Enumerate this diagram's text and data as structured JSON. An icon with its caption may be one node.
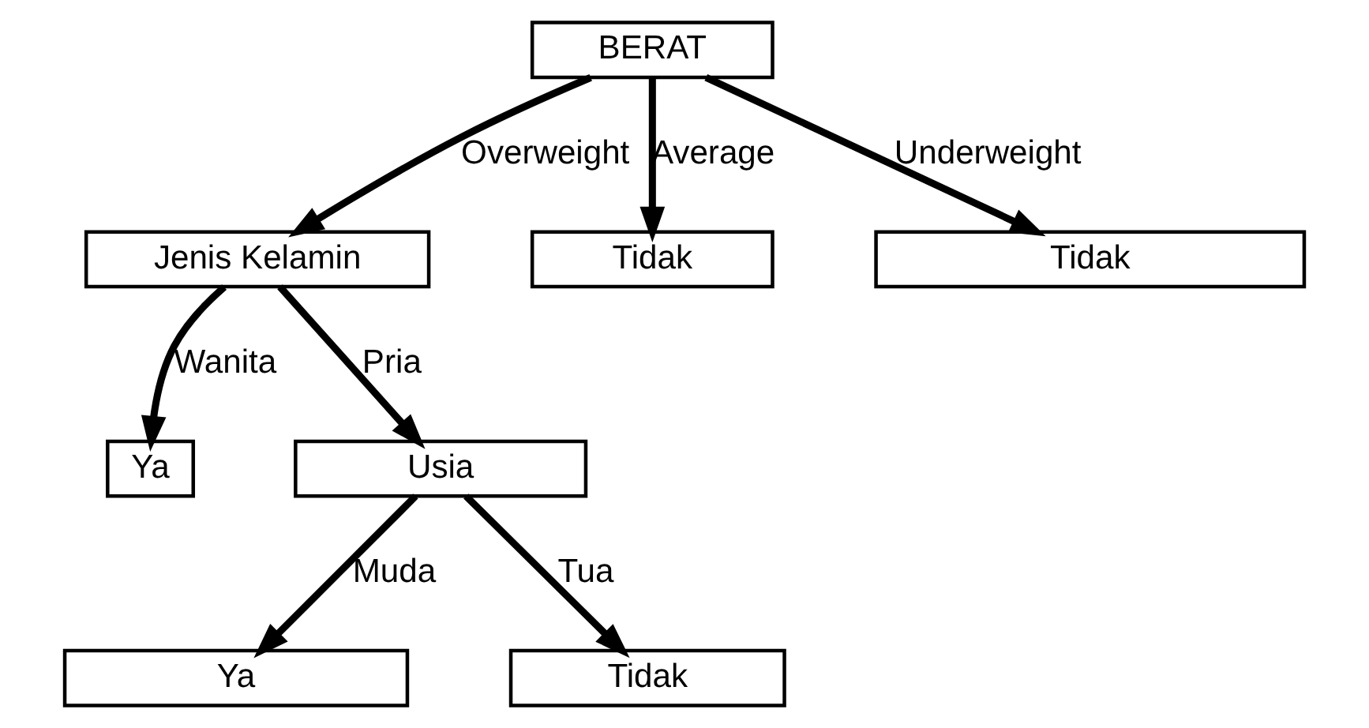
{
  "diagram": {
    "nodes": [
      {
        "text": [
          "BERAT"
        ]
      },
      {
        "text": [
          "Jenis Kelamin"
        ]
      },
      {
        "text": [
          "Tidak"
        ]
      },
      {
        "text": [
          "Tidak"
        ]
      },
      {
        "text": [
          "Ya"
        ]
      },
      {
        "text": [
          "Usia"
        ]
      },
      {
        "text": [
          "Ya"
        ]
      },
      {
        "text": [
          "Tidak"
        ]
      }
    ],
    "edges": [
      {
        "from": 0,
        "to": 1,
        "arrow": "to",
        "label": "Overweight"
      },
      {
        "from": 0,
        "to": 2,
        "arrow": "to",
        "label": "Average"
      },
      {
        "from": 0,
        "to": 3,
        "arrow": "to",
        "label": "Underweight"
      },
      {
        "from": 1,
        "to": 4,
        "arrow": "to",
        "label": "Wanita"
      },
      {
        "from": 1,
        "to": 5,
        "arrow": "to",
        "label": "Pria"
      },
      {
        "from": 5,
        "to": 6,
        "arrow": "to",
        "label": "Muda"
      },
      {
        "from": 5,
        "to": 7,
        "arrow": "to",
        "label": "Tua"
      }
    ]
  }
}
